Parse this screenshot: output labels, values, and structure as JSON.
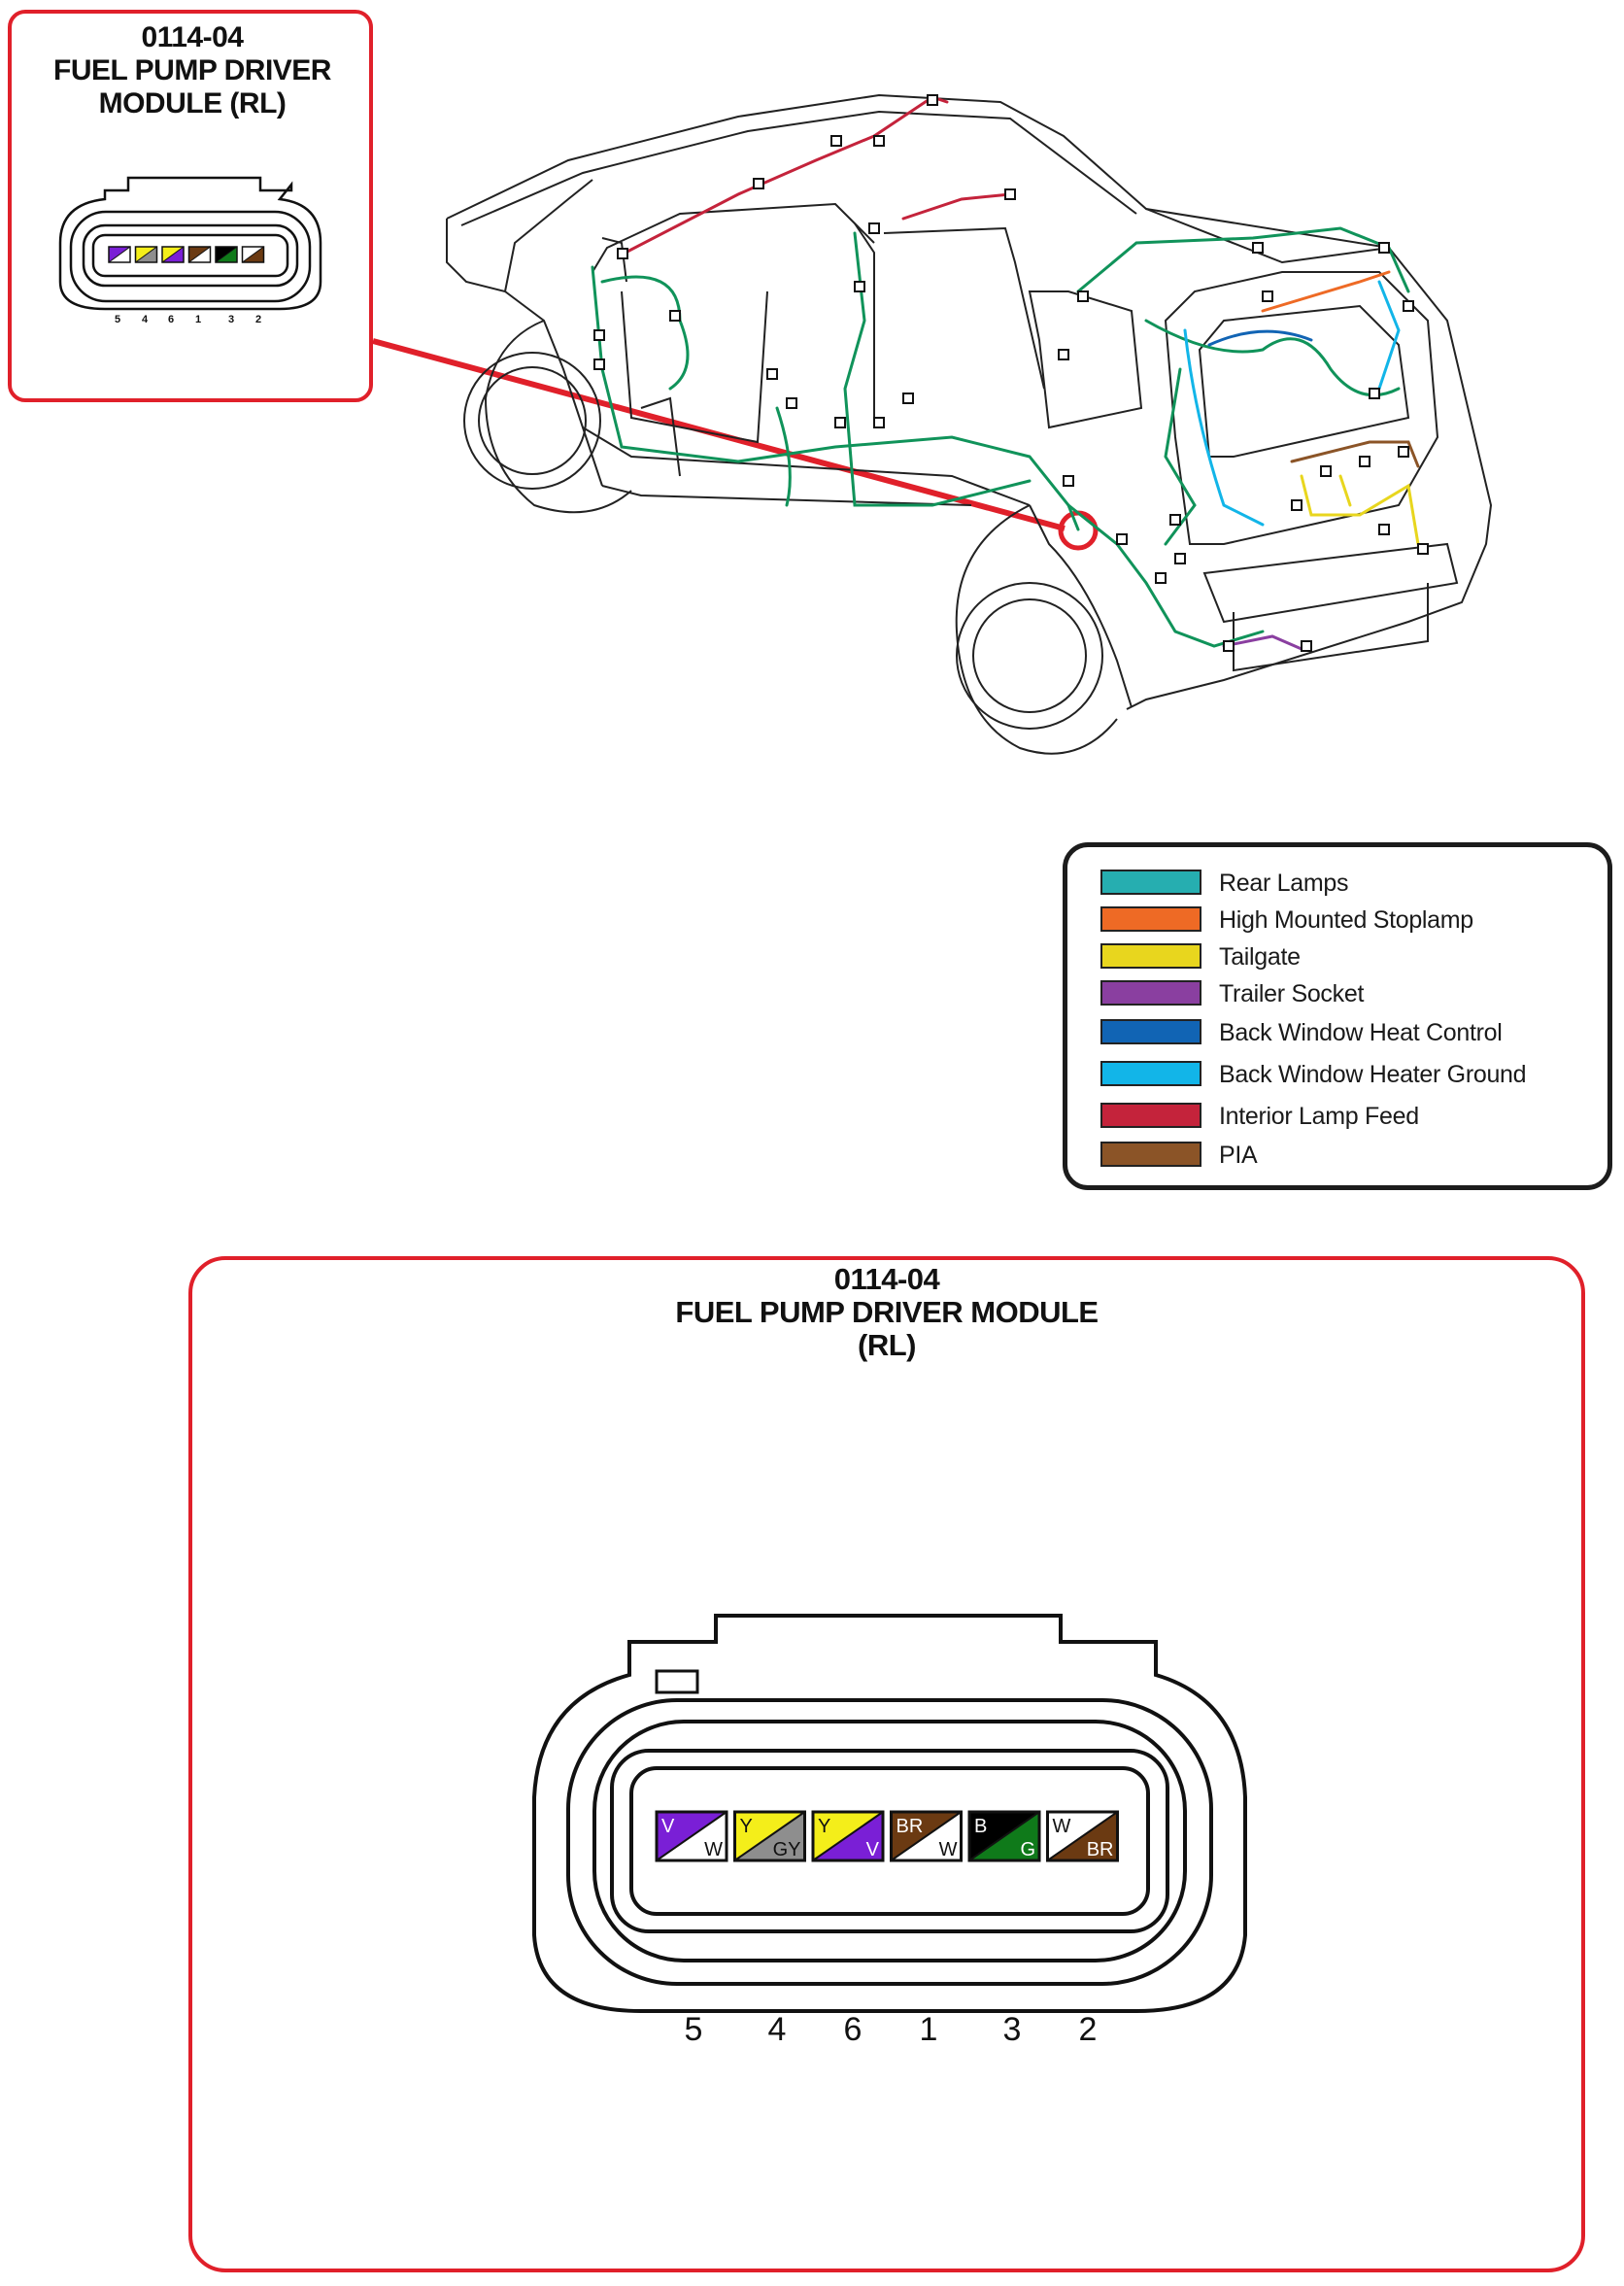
{
  "small_callout": {
    "lines": [
      "0114-04",
      "FUEL PUMP DRIVER",
      "MODULE (RL)"
    ],
    "pin_numbers": [
      "5",
      "4",
      "6",
      "1",
      "3",
      "2"
    ]
  },
  "detail": {
    "lines": [
      "0114-04",
      "FUEL PUMP DRIVER MODULE",
      "(RL)"
    ],
    "pin_numbers": [
      "5",
      "4",
      "6",
      "1",
      "3",
      "2"
    ]
  },
  "pins": [
    {
      "pin": "5",
      "top_code": "V",
      "bottom_code": "W",
      "top_color": "#7a1fd6",
      "bottom_color": "#ffffff"
    },
    {
      "pin": "4",
      "top_code": "Y",
      "bottom_code": "GY",
      "top_color": "#f4ee1a",
      "bottom_color": "#8e8e8e"
    },
    {
      "pin": "6",
      "top_code": "Y",
      "bottom_code": "V",
      "top_color": "#f4ee1a",
      "bottom_color": "#7a1fd6"
    },
    {
      "pin": "1",
      "top_code": "BR",
      "bottom_code": "W",
      "top_color": "#6b3a12",
      "bottom_color": "#ffffff"
    },
    {
      "pin": "3",
      "top_code": "B",
      "bottom_code": "G",
      "top_color": "#000000",
      "bottom_color": "#0f7a1a"
    },
    {
      "pin": "2",
      "top_code": "W",
      "bottom_code": "BR",
      "top_color": "#ffffff",
      "bottom_color": "#6b3a12"
    }
  ],
  "legend": {
    "items": [
      {
        "label": "Rear Lamps",
        "color": "#26aeb0"
      },
      {
        "label": "High Mounted Stoplamp",
        "color": "#ee6a25"
      },
      {
        "label": "Tailgate",
        "color": "#e8d61e"
      },
      {
        "label": "Trailer Socket",
        "color": "#8a3fa0"
      },
      {
        "label": "Back Window Heat Control",
        "color": "#1164b4"
      },
      {
        "label": "Back Window Heater Ground",
        "color": "#12b5e8"
      },
      {
        "label": "Interior Lamp Feed",
        "color": "#c4233b"
      },
      {
        "label": "PIA",
        "color": "#8b5427"
      }
    ]
  },
  "colors": {
    "callout_border": "#e0202a",
    "harness_main": "#10935a",
    "outline": "#111111"
  }
}
